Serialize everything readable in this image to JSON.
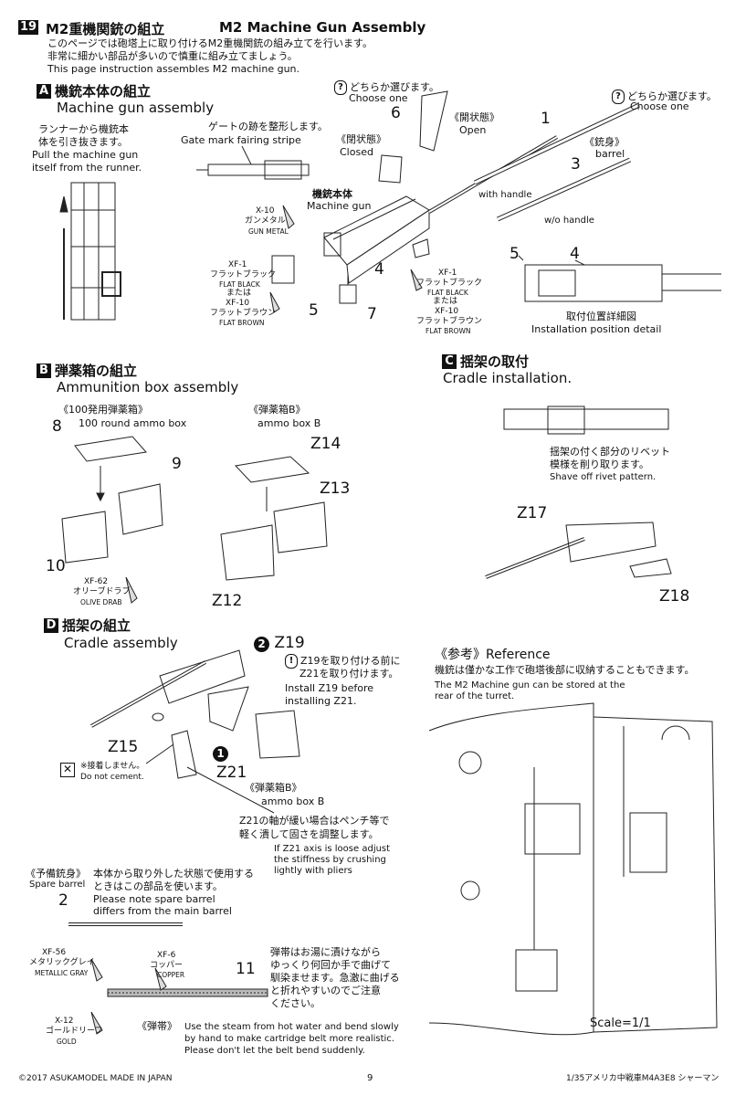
{
  "header": {
    "step": "19",
    "title_jp": "M2重機関銃の組立",
    "title_en": "M2 Machine Gun Assembly",
    "intro_jp_1": "このページでは砲塔上に取り付けるM2重機関銃の組み立てを行います。",
    "intro_jp_2": "非常に細かい部品が多いので慎重に組み立てましょう。",
    "intro_en": "This page instruction assembles M2 machine gun."
  },
  "section_a": {
    "badge": "A",
    "title_jp": "機銃本体の組立",
    "title_en": "Machine gun assembly",
    "runner_jp_1": "ランナーから機銃本",
    "runner_jp_2": "体を引き抜きます。",
    "runner_en_1": "Pull the machine gun",
    "runner_en_2": "itself from the runner.",
    "gate_jp": "ゲートの跡を整形します。",
    "gate_en": "Gate mark fairing stripe",
    "choose1_jp": "どちらか選びます。",
    "choose1_en": "Choose one",
    "choose2_jp": "どちらか選びます。",
    "choose2_en": "Choose one",
    "open_jp": "《開状態》",
    "open_en": "Open",
    "closed_jp": "《閉状態》",
    "closed_en": "Closed",
    "barrel_jp": "《銃身》",
    "barrel_en": "barrel",
    "with_handle": "with handle",
    "wo_handle": "w/o handle",
    "gun_jp": "機銃本体",
    "gun_en": "Machine gun",
    "x10_code": "X-10",
    "x10_jp": "ガンメタル",
    "x10_en": "GUN METAL",
    "xf1_code": "XF-1",
    "xf1_jp": "フラットブラック",
    "xf1_en": "FLAT BLACK",
    "or_jp": "または",
    "xf10_code": "XF-10",
    "xf10_jp": "フラットブラウン",
    "xf10_en": "FLAT BROWN",
    "part_1": "1",
    "part_3": "3",
    "part_4": "4",
    "part_5": "5",
    "part_6": "6",
    "part_7": "7",
    "detail_jp": "取付位置詳細図",
    "detail_en": "Installation position detail"
  },
  "section_b": {
    "badge": "B",
    "title_jp": "弾薬箱の組立",
    "title_en": "Ammunition box assembly",
    "box100_jp": "《100発用弾薬箱》",
    "box100_en": "100 round ammo box",
    "boxb_jp": "《弾薬箱B》",
    "boxb_en": "ammo box B",
    "part_8": "8",
    "part_9": "9",
    "part_10": "10",
    "z12": "Z12",
    "z13": "Z13",
    "z14": "Z14",
    "xf62_code": "XF-62",
    "xf62_jp": "オリーブドラブ",
    "xf62_en": "OLIVE DRAB"
  },
  "section_c": {
    "badge": "C",
    "title_jp": "揺架の取付",
    "title_en": "Cradle installation.",
    "shave_jp_1": "揺架の付く部分のリベット",
    "shave_jp_2": "模様を削り取ります。",
    "shave_en": "Shave off rivet pattern.",
    "z17": "Z17",
    "z18": "Z18"
  },
  "section_d": {
    "badge": "D",
    "title_jp": "揺架の組立",
    "title_en": "Cradle assembly",
    "step2": "2",
    "z19": "Z19",
    "z19_note_jp_1": "Z19を取り付ける前に",
    "z19_note_jp_2": "Z21を取り付けます。",
    "z19_note_en_1": "Install Z19 before",
    "z19_note_en_2": "installing Z21.",
    "step1": "1",
    "z15": "Z15",
    "z21": "Z21",
    "nocement_jp": "※接着しません。",
    "nocement_en": "Do not cement.",
    "boxb_jp": "《弾薬箱B》",
    "boxb_en": "ammo box B",
    "z21_note_jp_1": "Z21の軸が緩い場合はペンチ等で",
    "z21_note_jp_2": "軽く潰して固さを調整します。",
    "z21_note_en_1": "If Z21 axis is loose adjust",
    "z21_note_en_2": "the stiffness by crushing",
    "z21_note_en_3": "lightly with pliers"
  },
  "spare": {
    "title_jp": "《予備銃身》",
    "title_en": "Spare barrel",
    "note_jp_1": "本体から取り外した状態で使用する",
    "note_jp_2": "ときはこの部品を使います。",
    "note_en_1": "Please note spare barrel",
    "note_en_2": "differs from the main barrel",
    "part_2": "2"
  },
  "belt": {
    "title": "《弾帯》",
    "xf56_code": "XF-56",
    "xf56_jp": "メタリックグレイ",
    "xf56_en": "METALLIC GRAY",
    "xf6_code": "XF-6",
    "xf6_jp": "コッパー",
    "xf6_en": "COPPER",
    "x12_code": "X-12",
    "x12_jp": "ゴールドリーフ",
    "x12_en": "GOLD",
    "part_11": "11",
    "note_jp_1": "弾帯はお湯に漬けながら",
    "note_jp_2": "ゆっくり何回か手で曲げて",
    "note_jp_3": "馴染ませます。急激に曲げる",
    "note_jp_4": "と折れやすいのでご注意",
    "note_jp_5": "ください。",
    "note_en_1": "Use the steam from hot water and bend slowly",
    "note_en_2": "by hand to make cartridge belt more realistic.",
    "note_en_3": "Please don't let the belt bend suddenly."
  },
  "reference": {
    "title_jp": "《参考》",
    "title_en": "Reference",
    "note_jp": "機銃は僅かな工作で砲塔後部に収納することもできます。",
    "note_en_1": "The M2 Machine gun can be stored at the",
    "note_en_2": "rear of the turret.",
    "scale": "Scale=1/1"
  },
  "footer": {
    "copyright": "©2017 ASUKAMODEL    MADE IN JAPAN",
    "page": "9",
    "right": "1/35アメリカ中戦車M4A3E8 シャーマン"
  }
}
